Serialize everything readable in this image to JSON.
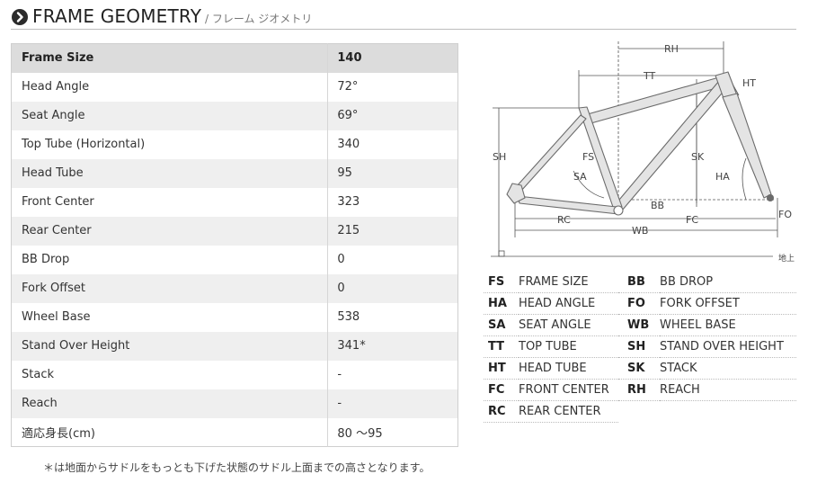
{
  "header": {
    "title_en": "FRAME GEOMETRY",
    "title_jp": "/ フレーム ジオメトリ"
  },
  "geometry_table": {
    "header": {
      "label": "Frame Size",
      "value": "140"
    },
    "rows": [
      {
        "label": "Head Angle",
        "value": "72°"
      },
      {
        "label": "Seat Angle",
        "value": "69°"
      },
      {
        "label": "Top Tube (Horizontal)",
        "value": "340"
      },
      {
        "label": "Head Tube",
        "value": "95"
      },
      {
        "label": "Front Center",
        "value": "323"
      },
      {
        "label": "Rear Center",
        "value": "215"
      },
      {
        "label": "BB Drop",
        "value": "0"
      },
      {
        "label": "Fork Offset",
        "value": "0"
      },
      {
        "label": "Wheel Base",
        "value": "538"
      },
      {
        "label": "Stand Over Height",
        "value": "341*"
      },
      {
        "label": "Stack",
        "value": "-"
      },
      {
        "label": "Reach",
        "value": "-"
      },
      {
        "label": "適応身長(cm)",
        "value": "80 ～95"
      }
    ]
  },
  "footnote": "＊は地面からサドルをもっとも下げた状態のサドル上面までの高さとなります。",
  "diagram": {
    "labels": {
      "rh": "RH",
      "tt": "TT",
      "ht": "HT",
      "sh": "SH",
      "fs": "FS",
      "sa": "SA",
      "sk": "SK",
      "ha": "HA",
      "bb": "BB",
      "rc": "RC",
      "fc": "FC",
      "wb": "WB",
      "fo": "FO",
      "ground": "地上"
    },
    "colors": {
      "frame_fill": "#e4e4e4",
      "frame_stroke": "#6b6b6b",
      "dim_line": "#555555"
    }
  },
  "legend": {
    "rows": [
      {
        "a1": "FS",
        "n1": "FRAME SIZE",
        "a2": "BB",
        "n2": "BB DROP"
      },
      {
        "a1": "HA",
        "n1": "HEAD ANGLE",
        "a2": "FO",
        "n2": "FORK OFFSET"
      },
      {
        "a1": "SA",
        "n1": "SEAT ANGLE",
        "a2": "WB",
        "n2": "WHEEL BASE"
      },
      {
        "a1": "TT",
        "n1": "TOP TUBE",
        "a2": "SH",
        "n2": "STAND OVER HEIGHT"
      },
      {
        "a1": "HT",
        "n1": "HEAD TUBE",
        "a2": "SK",
        "n2": "STACK"
      },
      {
        "a1": "FC",
        "n1": "FRONT CENTER",
        "a2": "RH",
        "n2": "REACH"
      },
      {
        "a1": "RC",
        "n1": "REAR CENTER",
        "a2": "",
        "n2": ""
      }
    ]
  }
}
